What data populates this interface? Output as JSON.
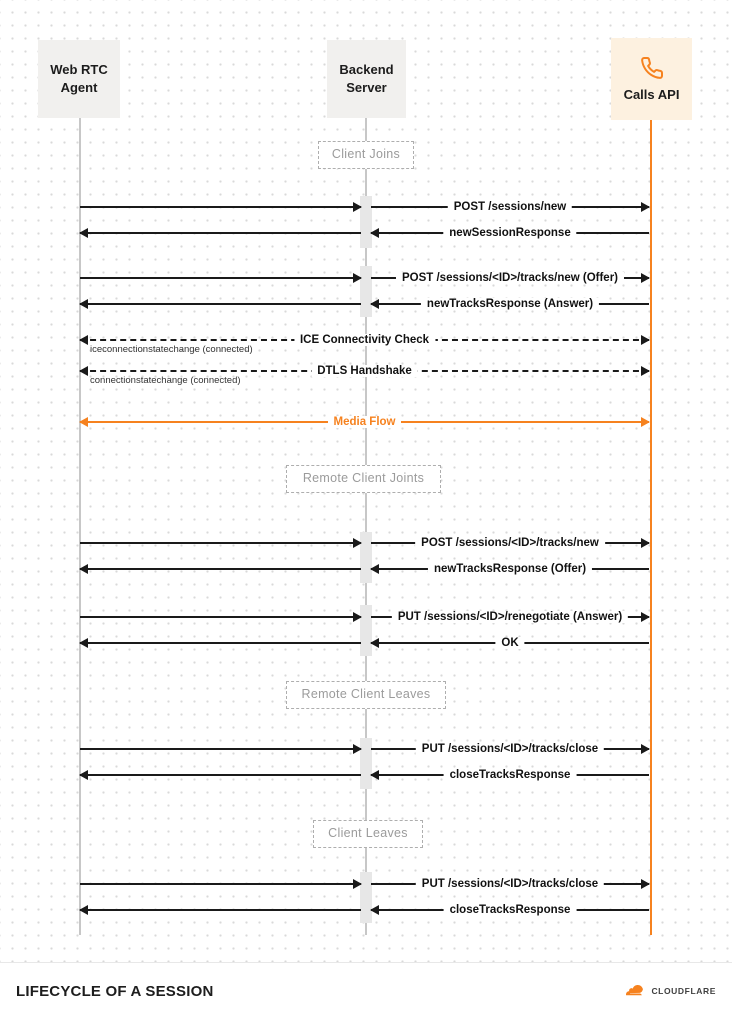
{
  "actors": {
    "agent": {
      "line1": "Web RTC",
      "line2": "Agent"
    },
    "backend": {
      "line1": "Backend",
      "line2": "Server"
    },
    "callsapi": {
      "label": "Calls API"
    }
  },
  "groups": {
    "client_joins": "Client Joins",
    "remote_client_joins": "Remote Client Joints",
    "remote_client_leaves": "Remote Client Leaves",
    "client_leaves": "Client Leaves"
  },
  "messages": {
    "m1": "POST /sessions/new",
    "m2": "newSessionResponse",
    "m3": "POST /sessions/<ID>/tracks/new (Offer)",
    "m4": "newTracksResponse (Answer)",
    "m5": "ICE Connectivity Check",
    "m6": "DTLS Handshake",
    "m7": "Media Flow",
    "m8": "POST /sessions/<ID>/tracks/new",
    "m9": "newTracksResponse (Offer)",
    "m10": "PUT /sessions/<ID>/renegotiate (Answer)",
    "m11": "OK",
    "m12": "PUT /sessions/<ID>/tracks/close",
    "m13": "closeTracksResponse",
    "m14": "PUT /sessions/<ID>/tracks/close",
    "m15": "closeTracksResponse"
  },
  "notes": {
    "ice": "iceconnectionstatechange (connected)",
    "dtls": "connectionstatechange (connected)"
  },
  "icons": {
    "callsapi": "phone-icon",
    "brand": "cloudflare-cloud-icon"
  },
  "colors": {
    "accent": "#f6821f"
  },
  "footer": {
    "title": "LIFECYCLE OF A SESSION",
    "brand": "CLOUDFLARE"
  }
}
